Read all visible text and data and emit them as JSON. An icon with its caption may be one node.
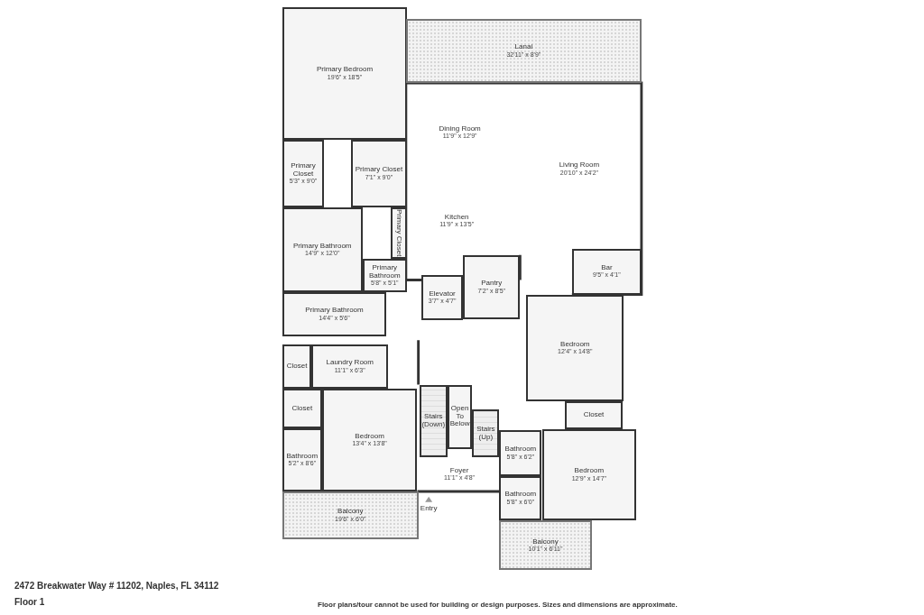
{
  "diagram": {
    "nodes": [
      {
        "text": [
          "Primary Bedroom",
          "19'6\" x 18'5\""
        ]
      },
      {
        "text": [
          "Lanai",
          "32'11\" x 8'9\""
        ]
      },
      {
        "text": [
          "Dining Room",
          "11'9\" x 12'9\""
        ]
      },
      {
        "text": [
          "Living Room",
          "20'10\" x 24'2\""
        ]
      },
      {
        "text": [
          "Primary Closet",
          "5'3\" x 9'0\""
        ]
      },
      {
        "text": [
          "Primary Closet",
          "7'1\" x 9'0\""
        ]
      },
      {
        "text": [
          "Kitchen",
          "11'9\" x 13'5\""
        ]
      },
      {
        "text": [
          "Primary Bathroom",
          "14'9\" x 12'0\""
        ]
      },
      {
        "text": [
          "Primary Closet"
        ]
      },
      {
        "text": [
          "Primary Bathroom",
          "5'8\" x 5'1\""
        ]
      },
      {
        "text": [
          "Elevator",
          "3'7\" x 4'7\""
        ]
      },
      {
        "text": [
          "Pantry",
          "7'2\" x 8'5\""
        ]
      },
      {
        "text": [
          "Bar",
          "9'5\" x 4'1\""
        ]
      },
      {
        "text": [
          "Primary Bathroom",
          "14'4\" x 5'6\""
        ]
      },
      {
        "text": [
          "Bedroom",
          "12'4\" x 14'8\""
        ]
      },
      {
        "text": [
          "Closet"
        ]
      },
      {
        "text": [
          "Laundry Room",
          "11'1\" x 6'3\""
        ]
      },
      {
        "text": [
          "Closet"
        ]
      },
      {
        "text": [
          "Bedroom",
          "13'4\" x 13'8\""
        ]
      },
      {
        "text": [
          "Bathroom",
          "5'2\" x 8'6\""
        ]
      },
      {
        "text": [
          "Stairs (Down)"
        ]
      },
      {
        "text": [
          "Open To Below"
        ]
      },
      {
        "text": [
          "Stairs (Up)"
        ]
      },
      {
        "text": [
          "Bathroom",
          "5'8\" x 6'2\""
        ]
      },
      {
        "text": [
          "Foyer",
          "11'1\" x 4'8\""
        ]
      },
      {
        "text": [
          "Bathroom",
          "5'8\" x 6'0\""
        ]
      },
      {
        "text": [
          "Closet"
        ]
      },
      {
        "text": [
          "Bedroom",
          "12'9\" x 14'7\""
        ]
      },
      {
        "text": [
          "Balcony",
          "19'6\" x 6'0\""
        ]
      },
      {
        "text": [
          "Balcony",
          "10'1\" x 6'11\""
        ]
      }
    ],
    "edges": [],
    "labels": [
      "Entry",
      "2472 Breakwater Way # 11202, Naples, FL 34112",
      "Floor 1",
      "Floor plans/tour cannot be used for building or design purposes. Sizes and dimensions are approximate."
    ]
  }
}
